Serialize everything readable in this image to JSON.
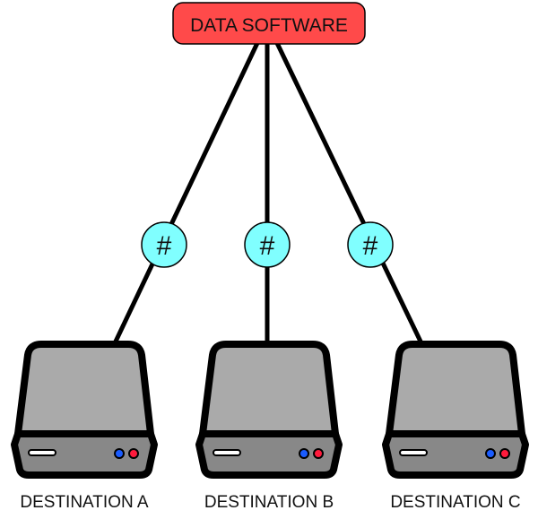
{
  "source": {
    "label": "DATA SOFTWARE",
    "fill": "#ff4a4a"
  },
  "hub_symbol": "#",
  "hub_fill": "#80ffff",
  "destinations": [
    {
      "label": "DESTINATION A"
    },
    {
      "label": "DESTINATION B"
    },
    {
      "label": "DESTINATION C"
    }
  ],
  "drive_colors": {
    "body": "#aaaaaa",
    "front": "#888888",
    "led_blue": "#1a5cff",
    "led_red": "#ff1a3c"
  }
}
